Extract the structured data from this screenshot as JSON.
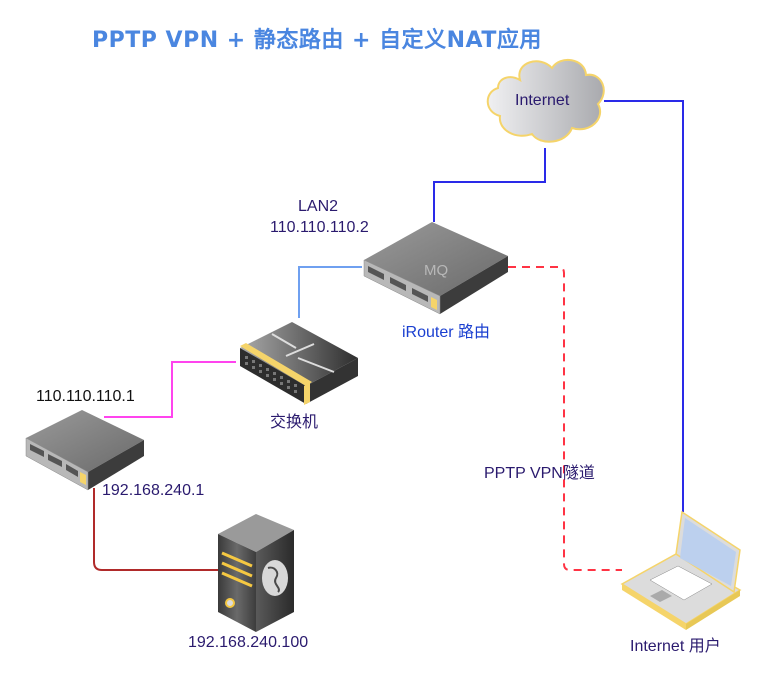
{
  "title": "PPTP VPN + 静态路由 + 自定义NAT应用",
  "nodes": {
    "internet": {
      "label": "Internet",
      "icon": "cloud-icon"
    },
    "irouter": {
      "label": "iRouter 路由",
      "badge": "MQ",
      "icon": "router-icon",
      "port_label": "LAN2",
      "ip": "110.110.110.2"
    },
    "switch": {
      "label": "交换机",
      "icon": "switch-icon"
    },
    "lan_router": {
      "wan_ip": "110.110.110.1",
      "lan_ip": "192.168.240.1",
      "icon": "router-icon"
    },
    "server": {
      "ip": "192.168.240.100",
      "icon": "server-icon"
    },
    "laptop": {
      "label": "Internet 用户",
      "icon": "laptop-icon"
    }
  },
  "links": {
    "vpn_tunnel": {
      "label": "PPTP VPN隧道"
    }
  },
  "colors": {
    "title": "#4a86e0",
    "internet_link": "#2a2ae8",
    "lan2_link": "#6fa0f0",
    "switch_link": "#ff44ee",
    "lan_link": "#b02a2a",
    "vpn_link": "#ff3344"
  }
}
